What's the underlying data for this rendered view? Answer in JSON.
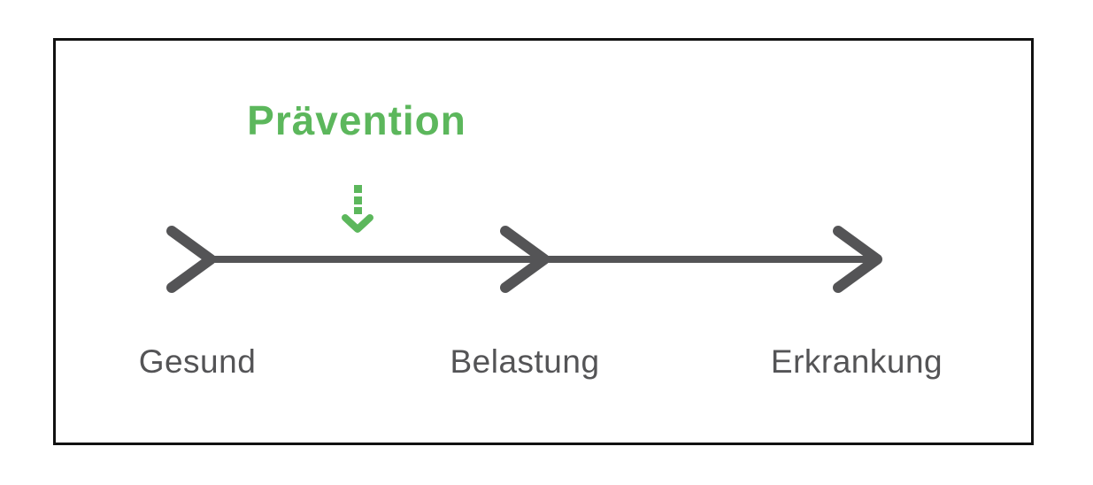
{
  "diagram": {
    "prevention_label": "Prävention",
    "stages": [
      {
        "label": "Gesund"
      },
      {
        "label": "Belastung"
      },
      {
        "label": "Erkrankung"
      }
    ],
    "icons": [
      {
        "name": "dashed-down-arrow-icon",
        "meaning": "prevention intervention point"
      },
      {
        "name": "timeline-arrow-icon",
        "meaning": "progression from healthy to illness"
      }
    ],
    "colors": {
      "accent_green": "#5CB75C",
      "arrow_gray": "#545456",
      "frame_border": "#111111",
      "background": "#FFFFFF"
    }
  }
}
